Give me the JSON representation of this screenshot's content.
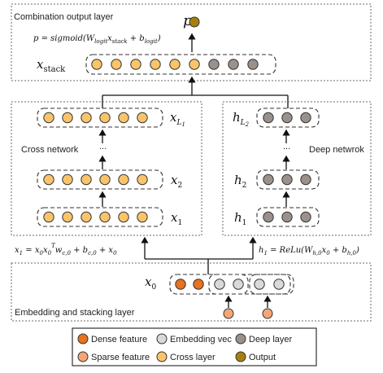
{
  "layers": {
    "combination": "Combination output layer",
    "cross": "Cross network",
    "deep": "Deep netwrok",
    "embedding": "Embedding and stacking layer"
  },
  "math": {
    "p": "p",
    "p_formula": "p = sigmoid(W_logit x_stack + b_logit)",
    "x_stack": "x_stack",
    "x_L1": "x_L1",
    "x_2": "x_2",
    "x_1": "x_1",
    "h_L2": "h_L2",
    "h_2": "h_2",
    "h_1": "h_1",
    "x_0": "x_0",
    "cross_eq": "x_1 = x_0 x_0^T w_c,0 + b_c,0 + x_0",
    "deep_eq": "h_1 = ReLu(W_h,0 x_0 + b_h,0)",
    "ellipsis": "..."
  },
  "legend": [
    {
      "label": "Dense feature",
      "color": "#e8721e"
    },
    {
      "label": "Embedding vec",
      "color": "#d9d9d9"
    },
    {
      "label": "Deep layer",
      "color": "#9a918c"
    },
    {
      "label": "Sparse feature",
      "color": "#f4a676"
    },
    {
      "label": "Cross layer",
      "color": "#f9c46a"
    },
    {
      "label": "Output",
      "color": "#a6800f"
    }
  ],
  "colors": {
    "dense": "#e8721e",
    "embedding": "#d9d9d9",
    "deep": "#9a918c",
    "sparse": "#f4a676",
    "cross": "#f9c46a",
    "output": "#a6800f"
  }
}
